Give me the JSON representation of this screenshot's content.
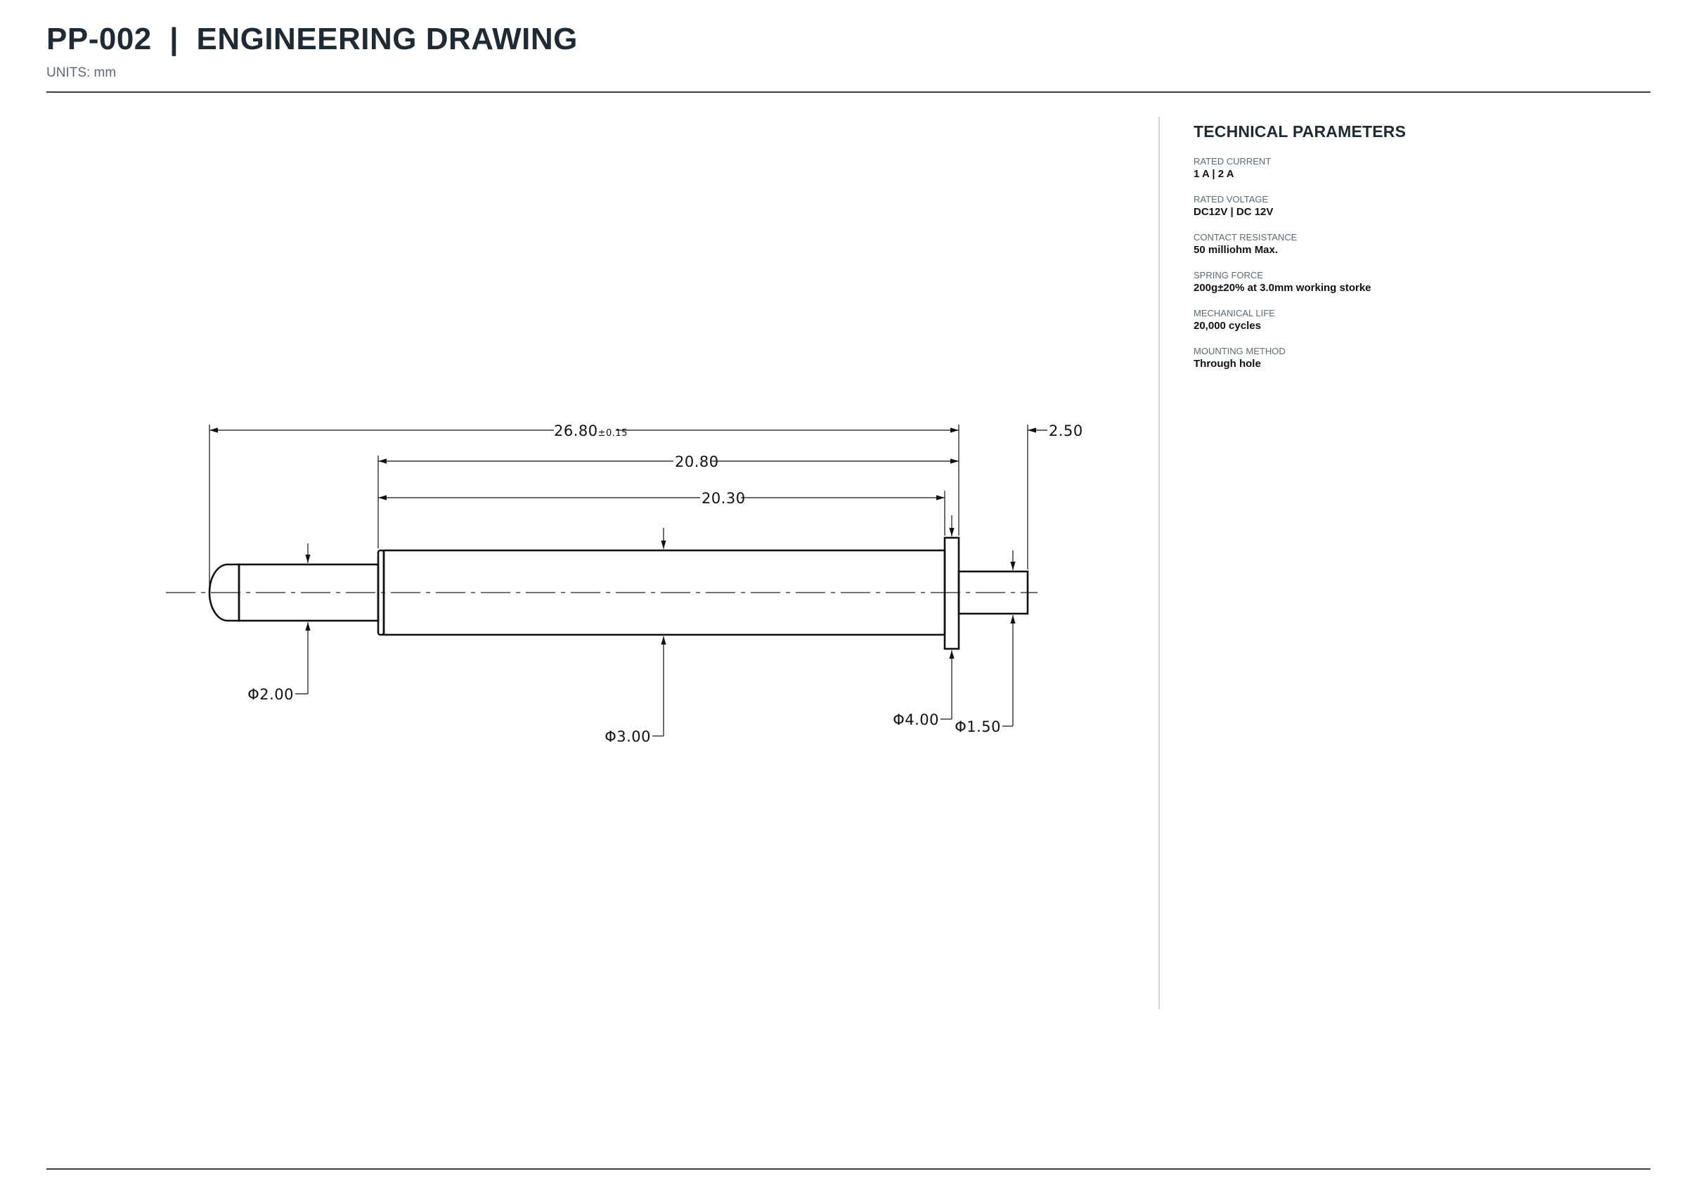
{
  "header": {
    "title": "PP-002  |  ENGINEERING DRAWING",
    "units": "UNITS: mm"
  },
  "drawing": {
    "dim_overall": "26.80",
    "dim_overall_tol": "±0.15",
    "dim_barrel_flange": "20.80",
    "dim_barrel": "20.30",
    "dim_tail": "2.50",
    "dia_plunger": "Φ2.00",
    "dia_barrel": "Φ3.00",
    "dia_flange": "Φ4.00",
    "dia_tail": "Φ1.50"
  },
  "params": {
    "title": "TECHNICAL PARAMETERS",
    "items": [
      {
        "label": "RATED CURRENT",
        "value": "1 A | 2 A"
      },
      {
        "label": "RATED VOLTAGE",
        "value": "DC12V | DC 12V"
      },
      {
        "label": "CONTACT RESISTANCE",
        "value": "50 milliohm Max."
      },
      {
        "label": "SPRING FORCE",
        "value": "200g±20% at 3.0mm working storke"
      },
      {
        "label": "MECHANICAL LIFE",
        "value": "20,000 cycles"
      },
      {
        "label": "MOUNTING METHOD",
        "value": "Through hole"
      }
    ]
  }
}
